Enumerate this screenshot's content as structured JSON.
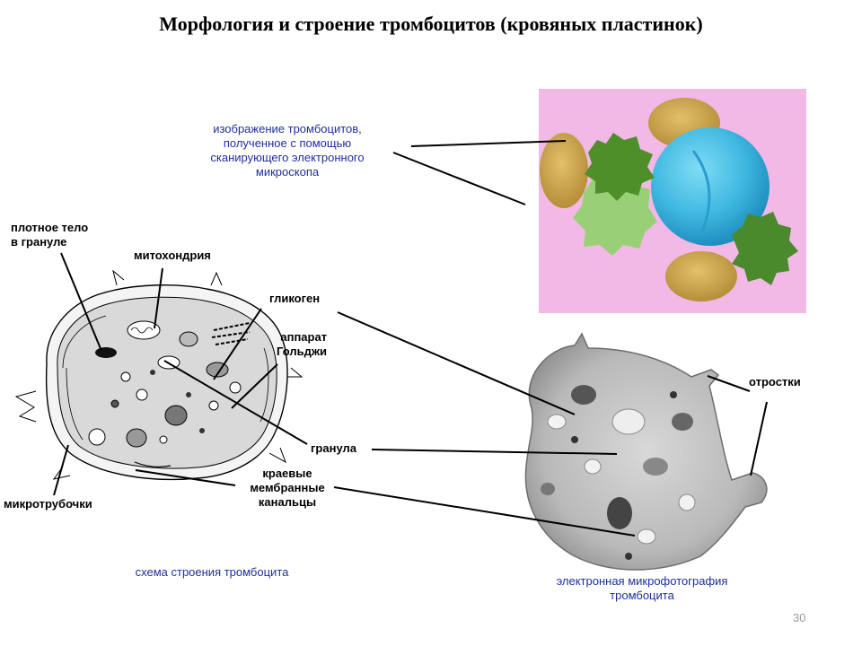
{
  "title": "Морфология и строение тромбоцитов (кровяных пластинок)",
  "captions": {
    "sem": [
      "изображение тромбоцитов,",
      "полученное с помощью",
      "сканирующего электронного",
      "микроскопа"
    ],
    "scheme": "схема строения тромбоцита",
    "em": [
      "электронная микрофотография",
      "тромбоцита"
    ]
  },
  "labels": {
    "dense_body": [
      "плотное тело",
      "в грануле"
    ],
    "mitochondria": "митохондрия",
    "glycogen": "гликоген",
    "golgi": [
      "аппарат",
      "Гольджи"
    ],
    "granule": "гранула",
    "marginal_channels": [
      "краевые",
      "мембранные",
      "канальцы"
    ],
    "microtubules": "микротрубочки",
    "processes": "отростки"
  },
  "page_number": "30",
  "colors": {
    "caption_blue": "#1f2f9c",
    "sem_background": "#f2b8e6",
    "sem_cell_blue": "#3fb8e0",
    "sem_platelet_green": "#4e8f2a",
    "sem_erythrocyte_tan": "#c9a24a"
  }
}
